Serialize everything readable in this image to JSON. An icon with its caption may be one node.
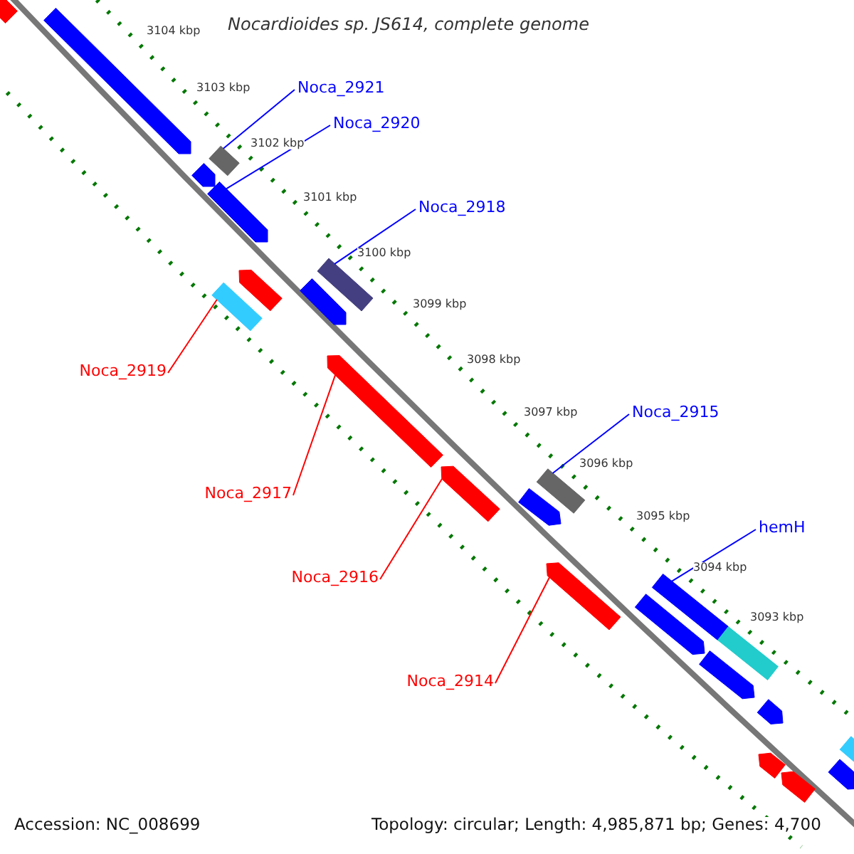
{
  "diagram": {
    "title": "Nocardioides sp. JS614, complete genome",
    "nodes": [
      {
        "text": [
          "Noca_2921"
        ]
      },
      {
        "text": [
          "Noca_2920"
        ]
      },
      {
        "text": [
          "Noca_2918"
        ]
      },
      {
        "text": [
          "Noca_2919"
        ]
      },
      {
        "text": [
          "Noca_2917"
        ]
      },
      {
        "text": [
          "Noca_2916"
        ]
      },
      {
        "text": [
          "Noca_2915"
        ]
      },
      {
        "text": [
          "hemH"
        ]
      },
      {
        "text": [
          "Noca_2914"
        ]
      },
      {
        "text": [],
        "shape": "bar"
      },
      {
        "text": [],
        "shape": "bar"
      },
      {
        "text": [],
        "shape": "bar"
      },
      {
        "text": [],
        "shape": "bar"
      },
      {
        "text": [],
        "shape": "bar"
      },
      {
        "text": [],
        "shape": "bar"
      },
      {
        "text": [],
        "shape": "bar"
      },
      {
        "text": [],
        "shape": "bar"
      },
      {
        "text": [],
        "shape": "bar"
      },
      {
        "text": [],
        "shape": "bar"
      },
      {
        "text": [],
        "shape": "bar"
      },
      {
        "text": [],
        "shape": "bar"
      },
      {
        "text": [],
        "shape": "bar"
      },
      {
        "text": [],
        "shape": "bar"
      },
      {
        "text": [],
        "shape": "bar"
      },
      {
        "text": [],
        "shape": "bar"
      },
      {
        "text": [],
        "shape": "bar"
      },
      {
        "text": [],
        "shape": "bar"
      },
      {
        "text": [],
        "shape": "bar"
      },
      {
        "text": [],
        "shape": "bar"
      },
      {
        "text": [],
        "shape": "bar"
      },
      {
        "text": [],
        "shape": "bar"
      },
      {
        "text": [],
        "shape": "bar"
      }
    ],
    "edges": [
      {
        "from": 0,
        "to": 11,
        "arrow": "none"
      },
      {
        "from": 1,
        "to": 13,
        "arrow": "none"
      },
      {
        "from": 2,
        "to": 16,
        "arrow": "none"
      },
      {
        "from": 3,
        "to": 15,
        "arrow": "none",
        "color": "#ff0000"
      },
      {
        "from": 4,
        "to": 18,
        "arrow": "none",
        "color": "#ff0000"
      },
      {
        "from": 5,
        "to": 19,
        "arrow": "none",
        "color": "#ff0000"
      },
      {
        "from": 6,
        "to": 20,
        "arrow": "none"
      },
      {
        "from": 7,
        "to": 23,
        "arrow": "none"
      },
      {
        "from": 8,
        "to": 22,
        "arrow": "none",
        "color": "#ff0000"
      }
    ],
    "labels": [
      "3104 kbp",
      "3103 kbp",
      "3102 kbp",
      "3101 kbp",
      "3100 kbp",
      "3099 kbp",
      "3098 kbp",
      "3097 kbp",
      "3096 kbp",
      "3095 kbp",
      "3094 kbp",
      "3093 kbp",
      "Accession: NC_008699",
      "Topology: circular; Length: 4,985,871 bp; Genes: 4,700"
    ]
  }
}
